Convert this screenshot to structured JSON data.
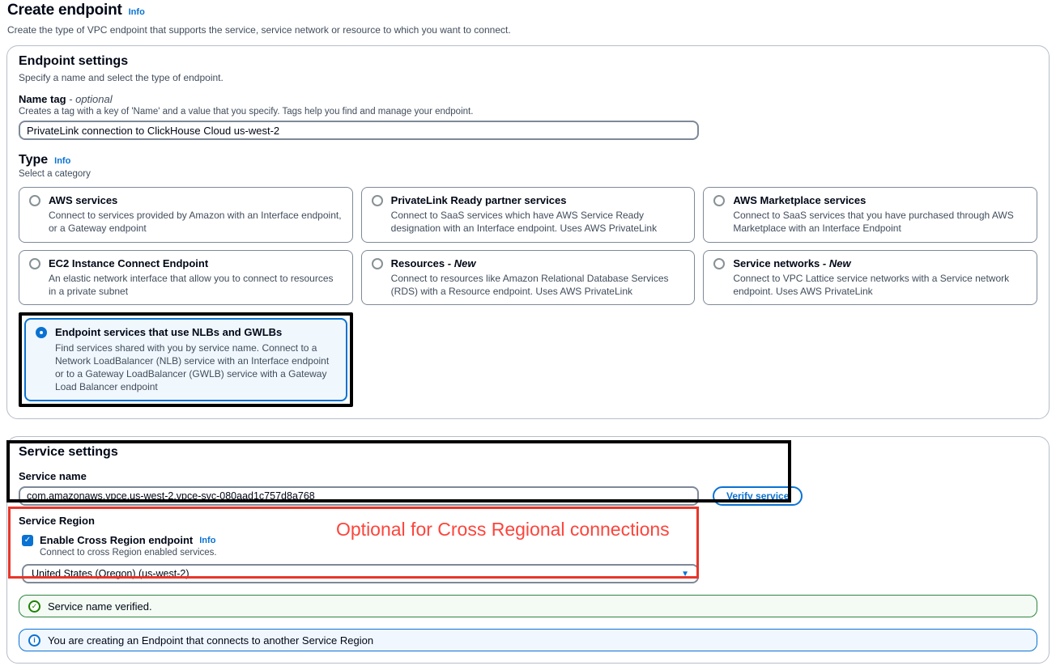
{
  "page": {
    "title": "Create endpoint",
    "title_info": "Info",
    "description": "Create the type of VPC endpoint that supports the service, service network or resource to which you want to connect."
  },
  "endpoint_settings": {
    "heading": "Endpoint settings",
    "subheading": "Specify a name and select the type of endpoint.",
    "name_tag": {
      "label": "Name tag",
      "optional": "- optional",
      "hint": "Creates a tag with a key of 'Name' and a value that you specify. Tags help you find and manage your endpoint.",
      "value": "PrivateLink connection to ClickHouse Cloud us-west-2"
    },
    "type": {
      "label": "Type",
      "info": "Info",
      "hint": "Select a category",
      "options": [
        {
          "title": "AWS services",
          "description": "Connect to services provided by Amazon with an Interface endpoint, or a Gateway endpoint",
          "selected": false
        },
        {
          "title": "PrivateLink Ready partner services",
          "description": "Connect to SaaS services which have AWS Service Ready designation with an Interface endpoint. Uses AWS PrivateLink",
          "selected": false
        },
        {
          "title": "AWS Marketplace services",
          "description": "Connect to SaaS services that you have purchased through AWS Marketplace with an Interface Endpoint",
          "selected": false
        },
        {
          "title": "EC2 Instance Connect Endpoint",
          "description": "An elastic network interface that allow you to connect to resources in a private subnet",
          "selected": false
        },
        {
          "title": "Resources",
          "suffix": "- New",
          "description": "Connect to resources like Amazon Relational Database Services (RDS) with a Resource endpoint. Uses AWS PrivateLink",
          "selected": false
        },
        {
          "title": "Service networks",
          "suffix": "- New",
          "description": "Connect to VPC Lattice service networks with a Service network endpoint. Uses AWS PrivateLink",
          "selected": false
        },
        {
          "title": "Endpoint services that use NLBs and GWLBs",
          "description": "Find services shared with you by service name. Connect to a Network LoadBalancer (NLB) service with an Interface endpoint or to a Gateway LoadBalancer (GWLB) service with a Gateway Load Balancer endpoint",
          "selected": true
        }
      ]
    }
  },
  "service_settings": {
    "heading": "Service settings",
    "service_name": {
      "label": "Service name",
      "value": "com.amazonaws.vpce.us-west-2.vpce-svc-080aad1c757d8a768",
      "verify_button": "Verify service"
    },
    "service_region": {
      "label": "Service Region",
      "checkbox_label": "Enable Cross Region endpoint",
      "info": "Info",
      "checkbox_checked": true,
      "checkbox_hint": "Connect to cross Region enabled services.",
      "selected_region": "United States (Oregon) (us-west-2)"
    },
    "banners": {
      "success": "Service name verified.",
      "info": "You are creating an Endpoint that connects to another Service Region"
    }
  },
  "annotations": {
    "cross_region_note": "Optional for Cross Regional connections"
  },
  "colors": {
    "link_blue": "#0972d3",
    "selected_tile_bg": "#f0f7fd",
    "success_green": "#1d8102",
    "success_banner_bg": "#f4fbf4",
    "info_banner_bg": "#f0f7ff",
    "annotation_red": "#e8352a",
    "annotation_text_red": "#fb453c"
  }
}
